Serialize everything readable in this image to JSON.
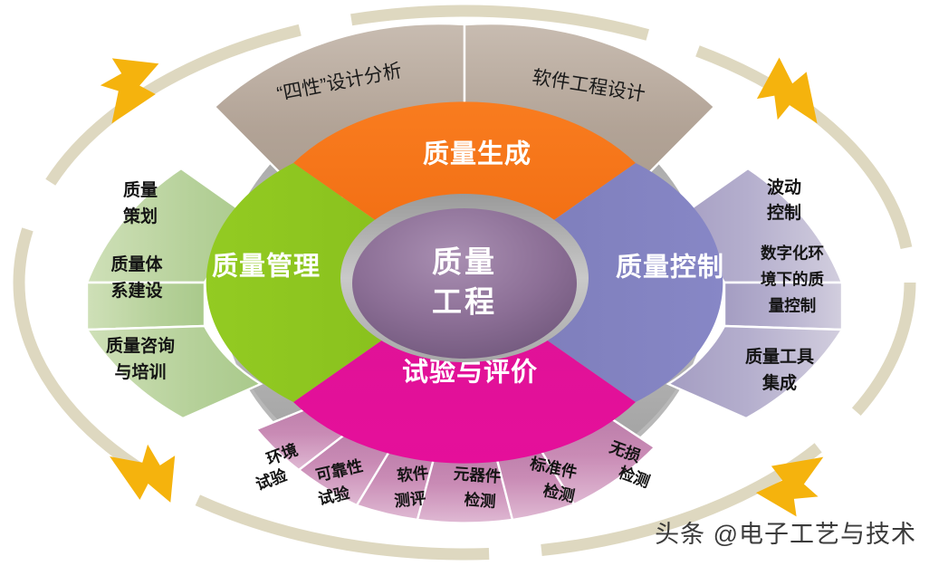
{
  "diagram": {
    "title": "质量工程",
    "center": {
      "line1": "质量",
      "line2": "工程",
      "color": "#8c6f96"
    },
    "inner_ring": [
      {
        "id": "quality-generation",
        "label": "质量生成",
        "color": "#f4701a",
        "position": "top"
      },
      {
        "id": "quality-control",
        "label": "质量控制",
        "color": "#8181c0",
        "position": "right"
      },
      {
        "id": "test-evaluation",
        "label": "试验与评价",
        "color": "#e6129b",
        "position": "bottom"
      },
      {
        "id": "quality-management",
        "label": "质量管理",
        "color": "#8cc520",
        "position": "left"
      }
    ],
    "top_band": {
      "color": "#b2a396",
      "items": [
        {
          "id": "four-property-design-analysis",
          "label": "“四性”设计分析"
        },
        {
          "id": "software-engineering-design",
          "label": "软件工程设计"
        }
      ]
    },
    "left_band": {
      "color": "#b6d19a",
      "items": [
        {
          "id": "quality-planning",
          "line1": "质量",
          "line2": "策划"
        },
        {
          "id": "quality-system-building",
          "line1": "质量体",
          "line2": "系建设"
        },
        {
          "id": "quality-consult-training",
          "line1": "质量咨询",
          "line2": "与培训"
        }
      ]
    },
    "right_band": {
      "color": "#b4aecd",
      "items": [
        {
          "id": "fluctuation-control",
          "line1": "波动",
          "line2": "控制",
          "line3": ""
        },
        {
          "id": "digital-quality-control",
          "line1": "数字化环",
          "line2": "境下的质",
          "line3": "量控制"
        },
        {
          "id": "quality-tool-integration",
          "line1": "质量工具",
          "line2": "集成",
          "line3": ""
        }
      ]
    },
    "bottom_band": {
      "color": "#c98bb5",
      "items": [
        {
          "id": "environment-test",
          "line1": "环境",
          "line2": "试验"
        },
        {
          "id": "reliability-test",
          "line1": "可靠性",
          "line2": "试验"
        },
        {
          "id": "software-evaluation",
          "line1": "软件",
          "line2": "测评"
        },
        {
          "id": "component-inspection",
          "line1": "元器件",
          "line2": "检测"
        },
        {
          "id": "standard-part-check",
          "line1": "标准件",
          "line2": "检测"
        },
        {
          "id": "nondestructive-test",
          "line1": "无损",
          "line2": "检测"
        }
      ]
    },
    "cycle_arrows": {
      "color": "#f5b30d",
      "items": [
        {
          "id": "arrow-top-left",
          "direction": "down-left"
        },
        {
          "id": "arrow-top-right",
          "direction": "down-right"
        },
        {
          "id": "arrow-bottom-left",
          "direction": "down-right"
        },
        {
          "id": "arrow-bottom-right",
          "direction": "up-left"
        }
      ]
    },
    "outer_ellipse": {
      "color": "#ded8c0"
    },
    "rim": {
      "color": "#b0b0b0"
    }
  },
  "watermark": {
    "label": "头条 @电子工艺与技术"
  }
}
